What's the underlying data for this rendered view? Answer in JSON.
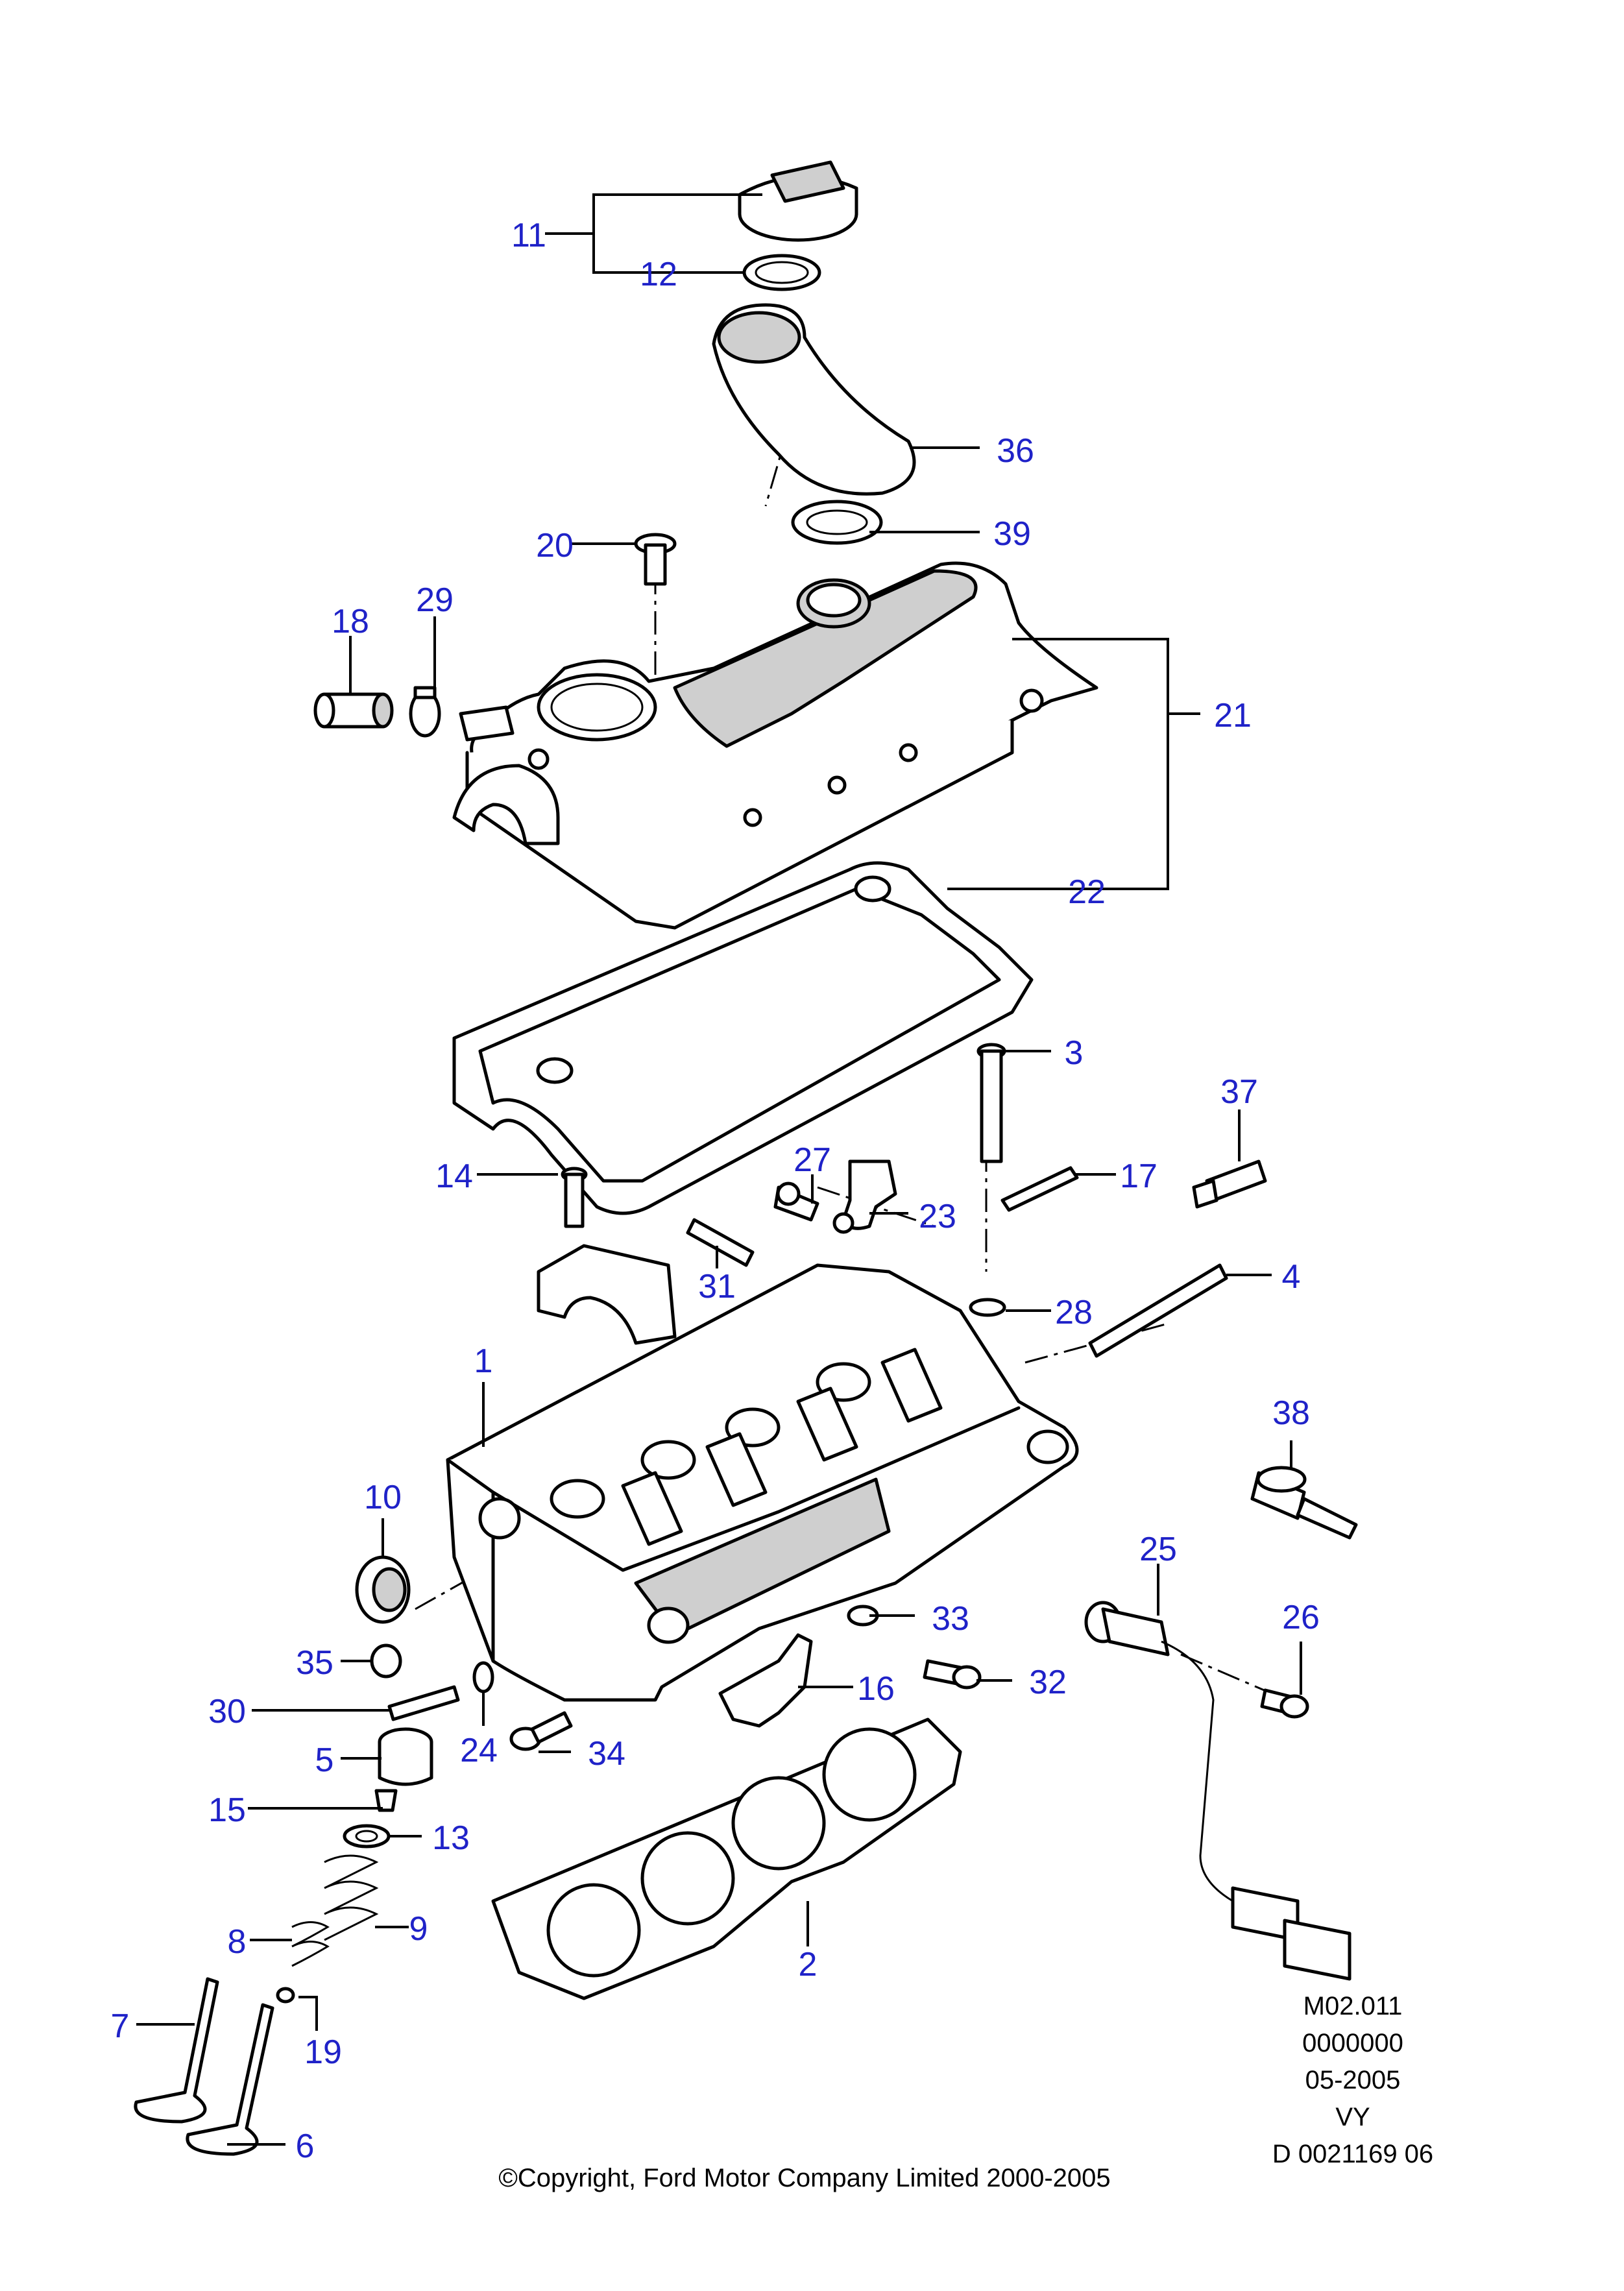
{
  "callouts": [
    "1",
    "2",
    "3",
    "4",
    "5",
    "6",
    "7",
    "8",
    "9",
    "10",
    "11",
    "12",
    "13",
    "14",
    "15",
    "16",
    "17",
    "18",
    "19",
    "20",
    "21",
    "22",
    "23",
    "24",
    "25",
    "26",
    "27",
    "28",
    "29",
    "30",
    "31",
    "32",
    "33",
    "34",
    "35",
    "36",
    "37",
    "38",
    "39"
  ],
  "diagram_code": {
    "line1": "M02.011",
    "line2": "0000000",
    "line3": "05-2005",
    "line4": "VY",
    "line5": "D 0021169 06"
  },
  "copyright": "©Copyright, Ford Motor Company Limited 2000-2005",
  "colors": {
    "callout": "#1f22c8",
    "line": "#000000",
    "background": "#ffffff"
  }
}
